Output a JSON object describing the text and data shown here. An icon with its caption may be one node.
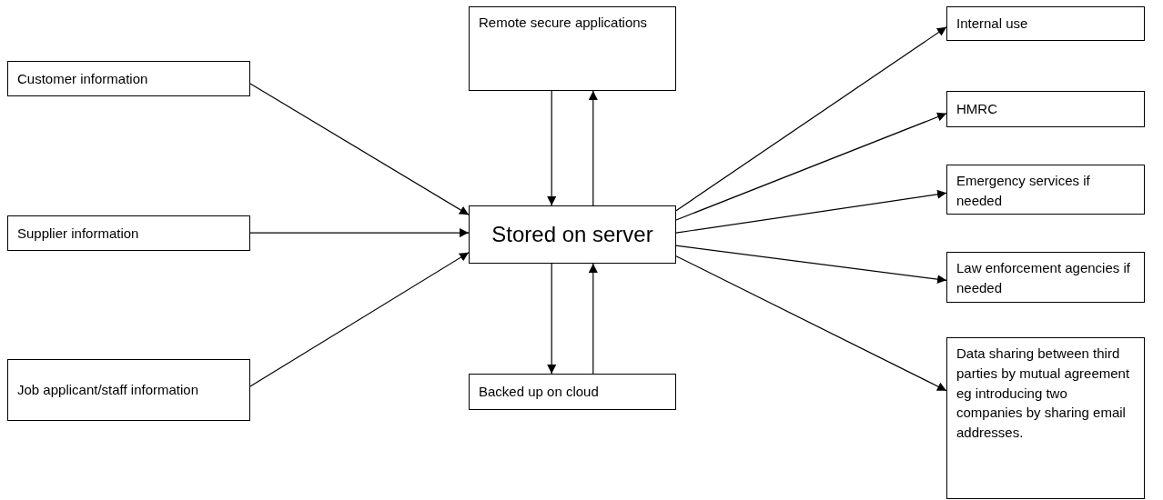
{
  "diagram": {
    "nodes": [
      {
        "text": [
          "Customer information"
        ]
      },
      {
        "text": [
          "Supplier information"
        ]
      },
      {
        "text": [
          "Job applicant/staff information"
        ]
      },
      {
        "text": [
          "Remote secure applications"
        ]
      },
      {
        "text": [
          "Stored on server"
        ]
      },
      {
        "text": [
          "Backed up on cloud"
        ]
      },
      {
        "text": [
          "Internal use"
        ]
      },
      {
        "text": [
          "HMRC"
        ]
      },
      {
        "text": [
          "Emergency services if needed"
        ]
      },
      {
        "text": [
          "Law enforcement agencies if needed"
        ]
      },
      {
        "text": [
          "Data sharing between third parties by mutual agreement eg introducing two companies by sharing email addresses."
        ]
      }
    ],
    "edges": [
      {
        "from": 0,
        "to": 4,
        "arrow": "to"
      },
      {
        "from": 1,
        "to": 4,
        "arrow": "to"
      },
      {
        "from": 2,
        "to": 4,
        "arrow": "to"
      },
      {
        "from": 3,
        "to": 4,
        "arrow": "to"
      },
      {
        "from": 4,
        "to": 3,
        "arrow": "to"
      },
      {
        "from": 4,
        "to": 5,
        "arrow": "to"
      },
      {
        "from": 5,
        "to": 4,
        "arrow": "to"
      },
      {
        "from": 4,
        "to": 6,
        "arrow": "to"
      },
      {
        "from": 4,
        "to": 7,
        "arrow": "to"
      },
      {
        "from": 4,
        "to": 8,
        "arrow": "to"
      },
      {
        "from": 4,
        "to": 9,
        "arrow": "to"
      },
      {
        "from": 4,
        "to": 10,
        "arrow": "to"
      }
    ]
  }
}
